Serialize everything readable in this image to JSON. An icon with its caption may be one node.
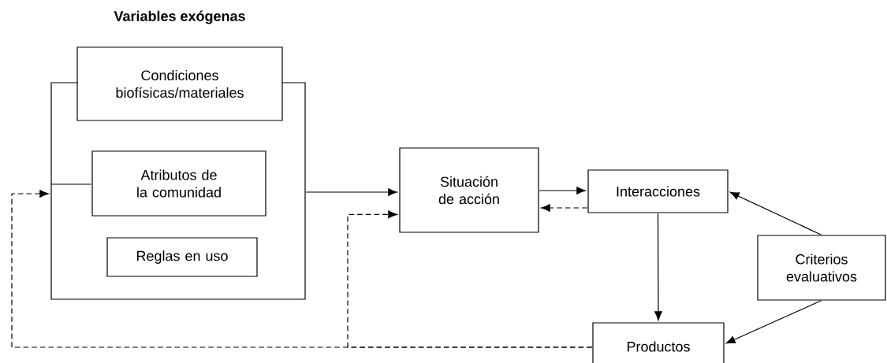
{
  "diagram": {
    "nodes": [
      {
        "text": [
          "Variables exógenas"
        ]
      },
      {
        "text": [
          "Condiciones biofísicas/materiales"
        ],
        "in": 0
      },
      {
        "text": [
          "Atributos de la comunidad"
        ],
        "in": 0
      },
      {
        "text": [
          "Reglas en uso"
        ],
        "in": 0
      },
      {
        "text": [
          "Situación de acción"
        ]
      },
      {
        "text": [
          "Interacciones"
        ]
      },
      {
        "text": [
          "Criterios evaluativos"
        ]
      },
      {
        "text": [
          "Productos"
        ]
      }
    ],
    "edges": [
      {
        "from": 0,
        "to": 2,
        "arrow": "none"
      },
      {
        "from": 0,
        "to": 4,
        "arrow": "to"
      },
      {
        "from": 4,
        "to": 5,
        "arrow": "to"
      },
      {
        "from": 5,
        "to": 4,
        "arrow": "to",
        "style": "dashed"
      },
      {
        "from": 5,
        "to": 7,
        "arrow": "to"
      },
      {
        "from": 6,
        "to": 5,
        "arrow": "to"
      },
      {
        "from": 6,
        "to": 7,
        "arrow": "to"
      },
      {
        "from": 7,
        "to": 0,
        "arrow": "to",
        "style": "dashed"
      },
      {
        "from": 7,
        "to": 4,
        "arrow": "to",
        "style": "dashed"
      }
    ]
  }
}
